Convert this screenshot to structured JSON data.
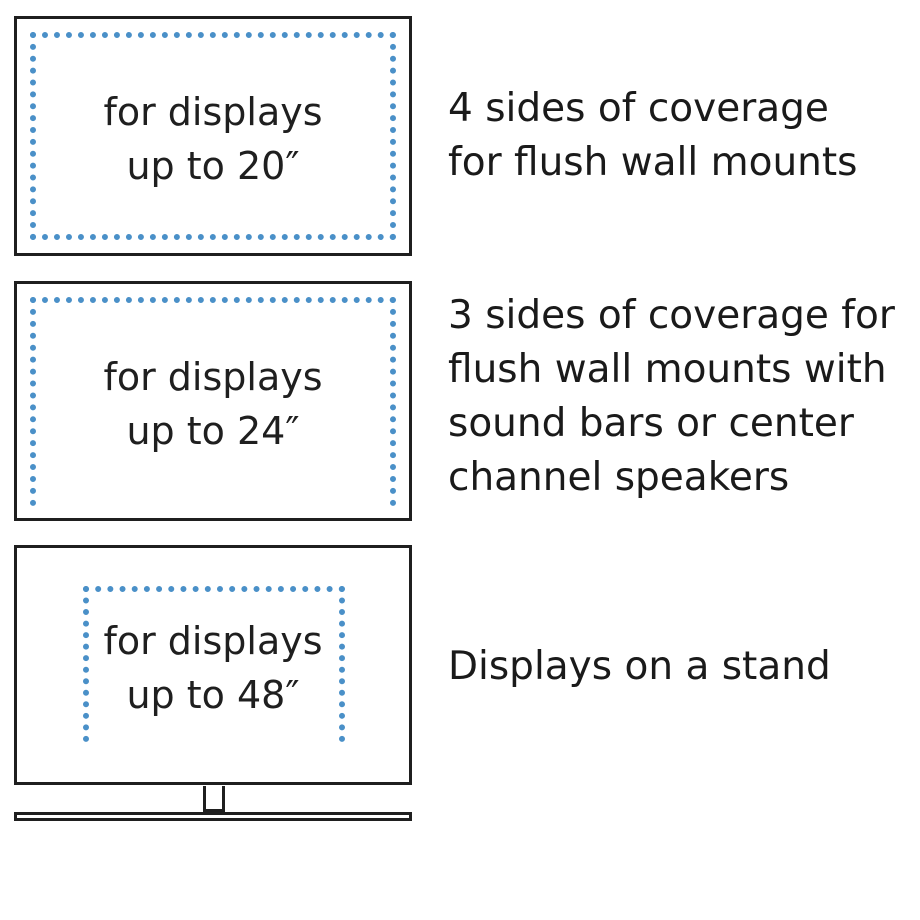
{
  "items": [
    {
      "panel_label": [
        "for displays",
        "up to 20″"
      ],
      "description": [
        "4 sides of coverage",
        "for flush wall mounts"
      ]
    },
    {
      "panel_label": [
        "for displays",
        "up to 24″"
      ],
      "description": [
        "3 sides of coverage for",
        "flush wall mounts with",
        "sound bars or center",
        "channel speakers"
      ]
    },
    {
      "panel_label": [
        "for displays",
        "up to 48″"
      ],
      "description": [
        "Displays on a stand"
      ]
    }
  ],
  "colors": {
    "coverage_dots": "#4a90c8",
    "outline": "#1f1f1f",
    "text": "#1a1a1a"
  }
}
